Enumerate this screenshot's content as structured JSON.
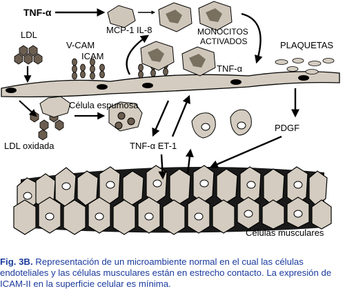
{
  "labels": {
    "tnf_top": "TNF-α",
    "mcp1_il8": "MCP-1 IL-8",
    "monocitos": "MONOCITOS",
    "activados": "ACTIVADOS",
    "plaquetas": "PLAQUETAS",
    "ldl": "LDL",
    "vcam": "V-CAM",
    "icam": "ICAM",
    "tnf_mid": "TNF-α",
    "celula_espumosa": "Célula espumosa",
    "ldl_oxidada": "LDL oxidada",
    "tnf_et1": "TNF-α ET-1",
    "pdgf": "PDGF",
    "celulas_musculares": "Células musculares"
  },
  "caption": {
    "label": "Fig. 3B.",
    "text": " Representación de un microambiente normal en el cual las células endoteliales y las células musculares están en estrecho contacto. La expresión de ICAM-II en la superficie celular es mínima."
  },
  "colors": {
    "cell_fill": "#d4ccc0",
    "cell_stroke": "#000000",
    "nucleus": "#000000",
    "hexagon": "#6b5d4f",
    "caption": "#1a3a9c"
  }
}
